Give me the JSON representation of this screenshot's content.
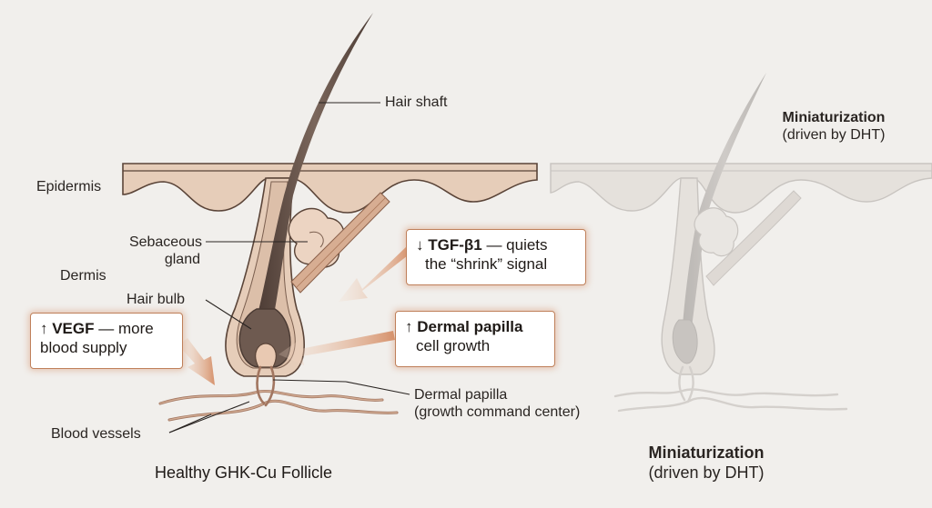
{
  "labels": {
    "hair_shaft": "Hair shaft",
    "epidermis": "Epidermis",
    "sebaceous_gland_line1": "Sebaceous",
    "sebaceous_gland_line2": "gland",
    "dermis": "Dermis",
    "hair_bulb": "Hair bulb",
    "dermal_papilla_line1": "Dermal papilla",
    "dermal_papilla_line2": "(growth command center)",
    "blood_vessels": "Blood vessels"
  },
  "callouts": {
    "tgf": {
      "bold": "↓ TGF-β1",
      "rest": " — quiets",
      "line2": "the “shrink” signal"
    },
    "vegf": {
      "bold": "↑ VEGF",
      "rest": " — more",
      "line2": "blood supply"
    },
    "papilla": {
      "bold": "↑ Dermal papilla",
      "line2": "cell growth"
    }
  },
  "titles": {
    "healthy": "Healthy GHK-Cu Follicle",
    "mini_top_line1": "Miniaturization",
    "mini_top_line2": "(driven by DHT)",
    "mini_bottom_line1": "Miniaturization",
    "mini_bottom_line2": "(driven by DHT)"
  },
  "colors": {
    "background": "#f1efec",
    "skin": "#e6cdb9",
    "skin_edge": "#5a4438",
    "hair": "#6e5a50",
    "vessel": "#c49a80",
    "arrow": "#d6926c",
    "callout_border": "#bf805a",
    "faded": "#bdb8b3"
  }
}
